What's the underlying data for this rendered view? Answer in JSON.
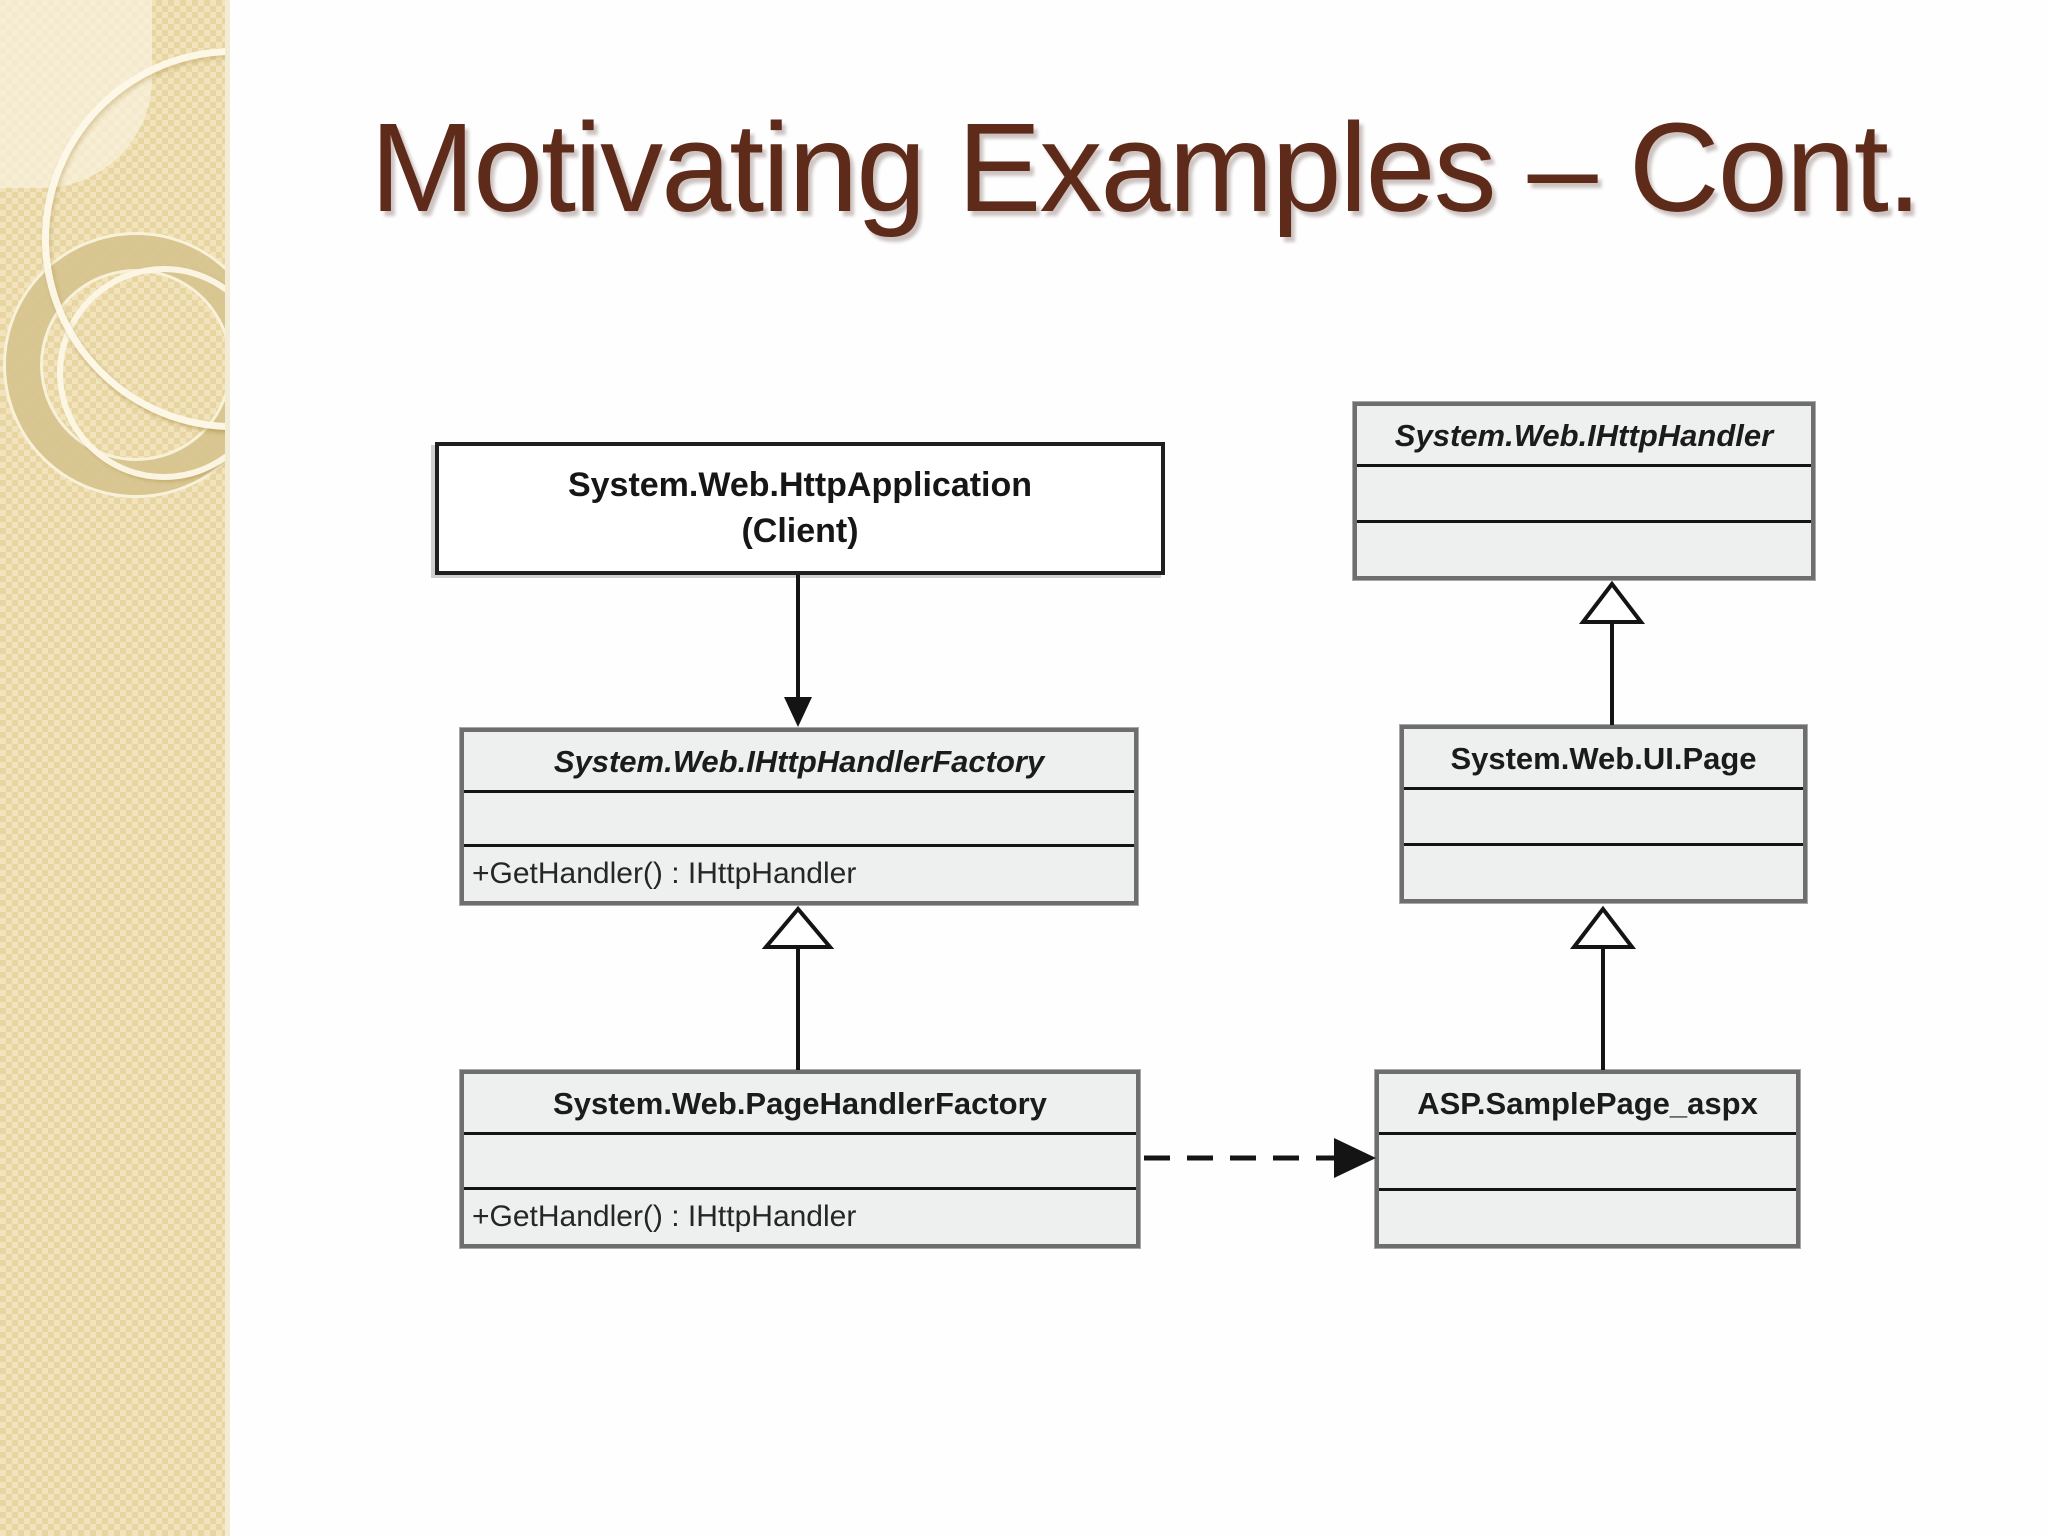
{
  "slide": {
    "title": "Motivating Examples – Cont.",
    "title_color": "#5e2b1b",
    "sidebar_color": "#e8d5a2",
    "box_fill_color": "#eef0ef"
  },
  "diagram": {
    "classes": {
      "client": {
        "line1": "System.Web.HttpApplication",
        "line2": "(Client)"
      },
      "handlerFactory": {
        "name": "System.Web.IHttpHandlerFactory",
        "stereotype": "interface",
        "method": "+GetHandler() : IHttpHandler"
      },
      "pageFactory": {
        "name": "System.Web.PageHandlerFactory",
        "method": "+GetHandler() : IHttpHandler"
      },
      "iHttpHandler": {
        "name": "System.Web.IHttpHandler",
        "stereotype": "interface"
      },
      "uiPage": {
        "name": "System.Web.UI.Page"
      },
      "samplePage": {
        "name": "ASP.SamplePage_aspx"
      }
    },
    "relationships": [
      {
        "from": "System.Web.HttpApplication (Client)",
        "to": "System.Web.IHttpHandlerFactory",
        "type": "directed-association"
      },
      {
        "from": "System.Web.PageHandlerFactory",
        "to": "System.Web.IHttpHandlerFactory",
        "type": "generalization"
      },
      {
        "from": "System.Web.UI.Page",
        "to": "System.Web.IHttpHandler",
        "type": "generalization"
      },
      {
        "from": "ASP.SamplePage_aspx",
        "to": "System.Web.UI.Page",
        "type": "generalization"
      },
      {
        "from": "System.Web.PageHandlerFactory",
        "to": "ASP.SamplePage_aspx",
        "type": "dashed-dependency"
      }
    ]
  }
}
